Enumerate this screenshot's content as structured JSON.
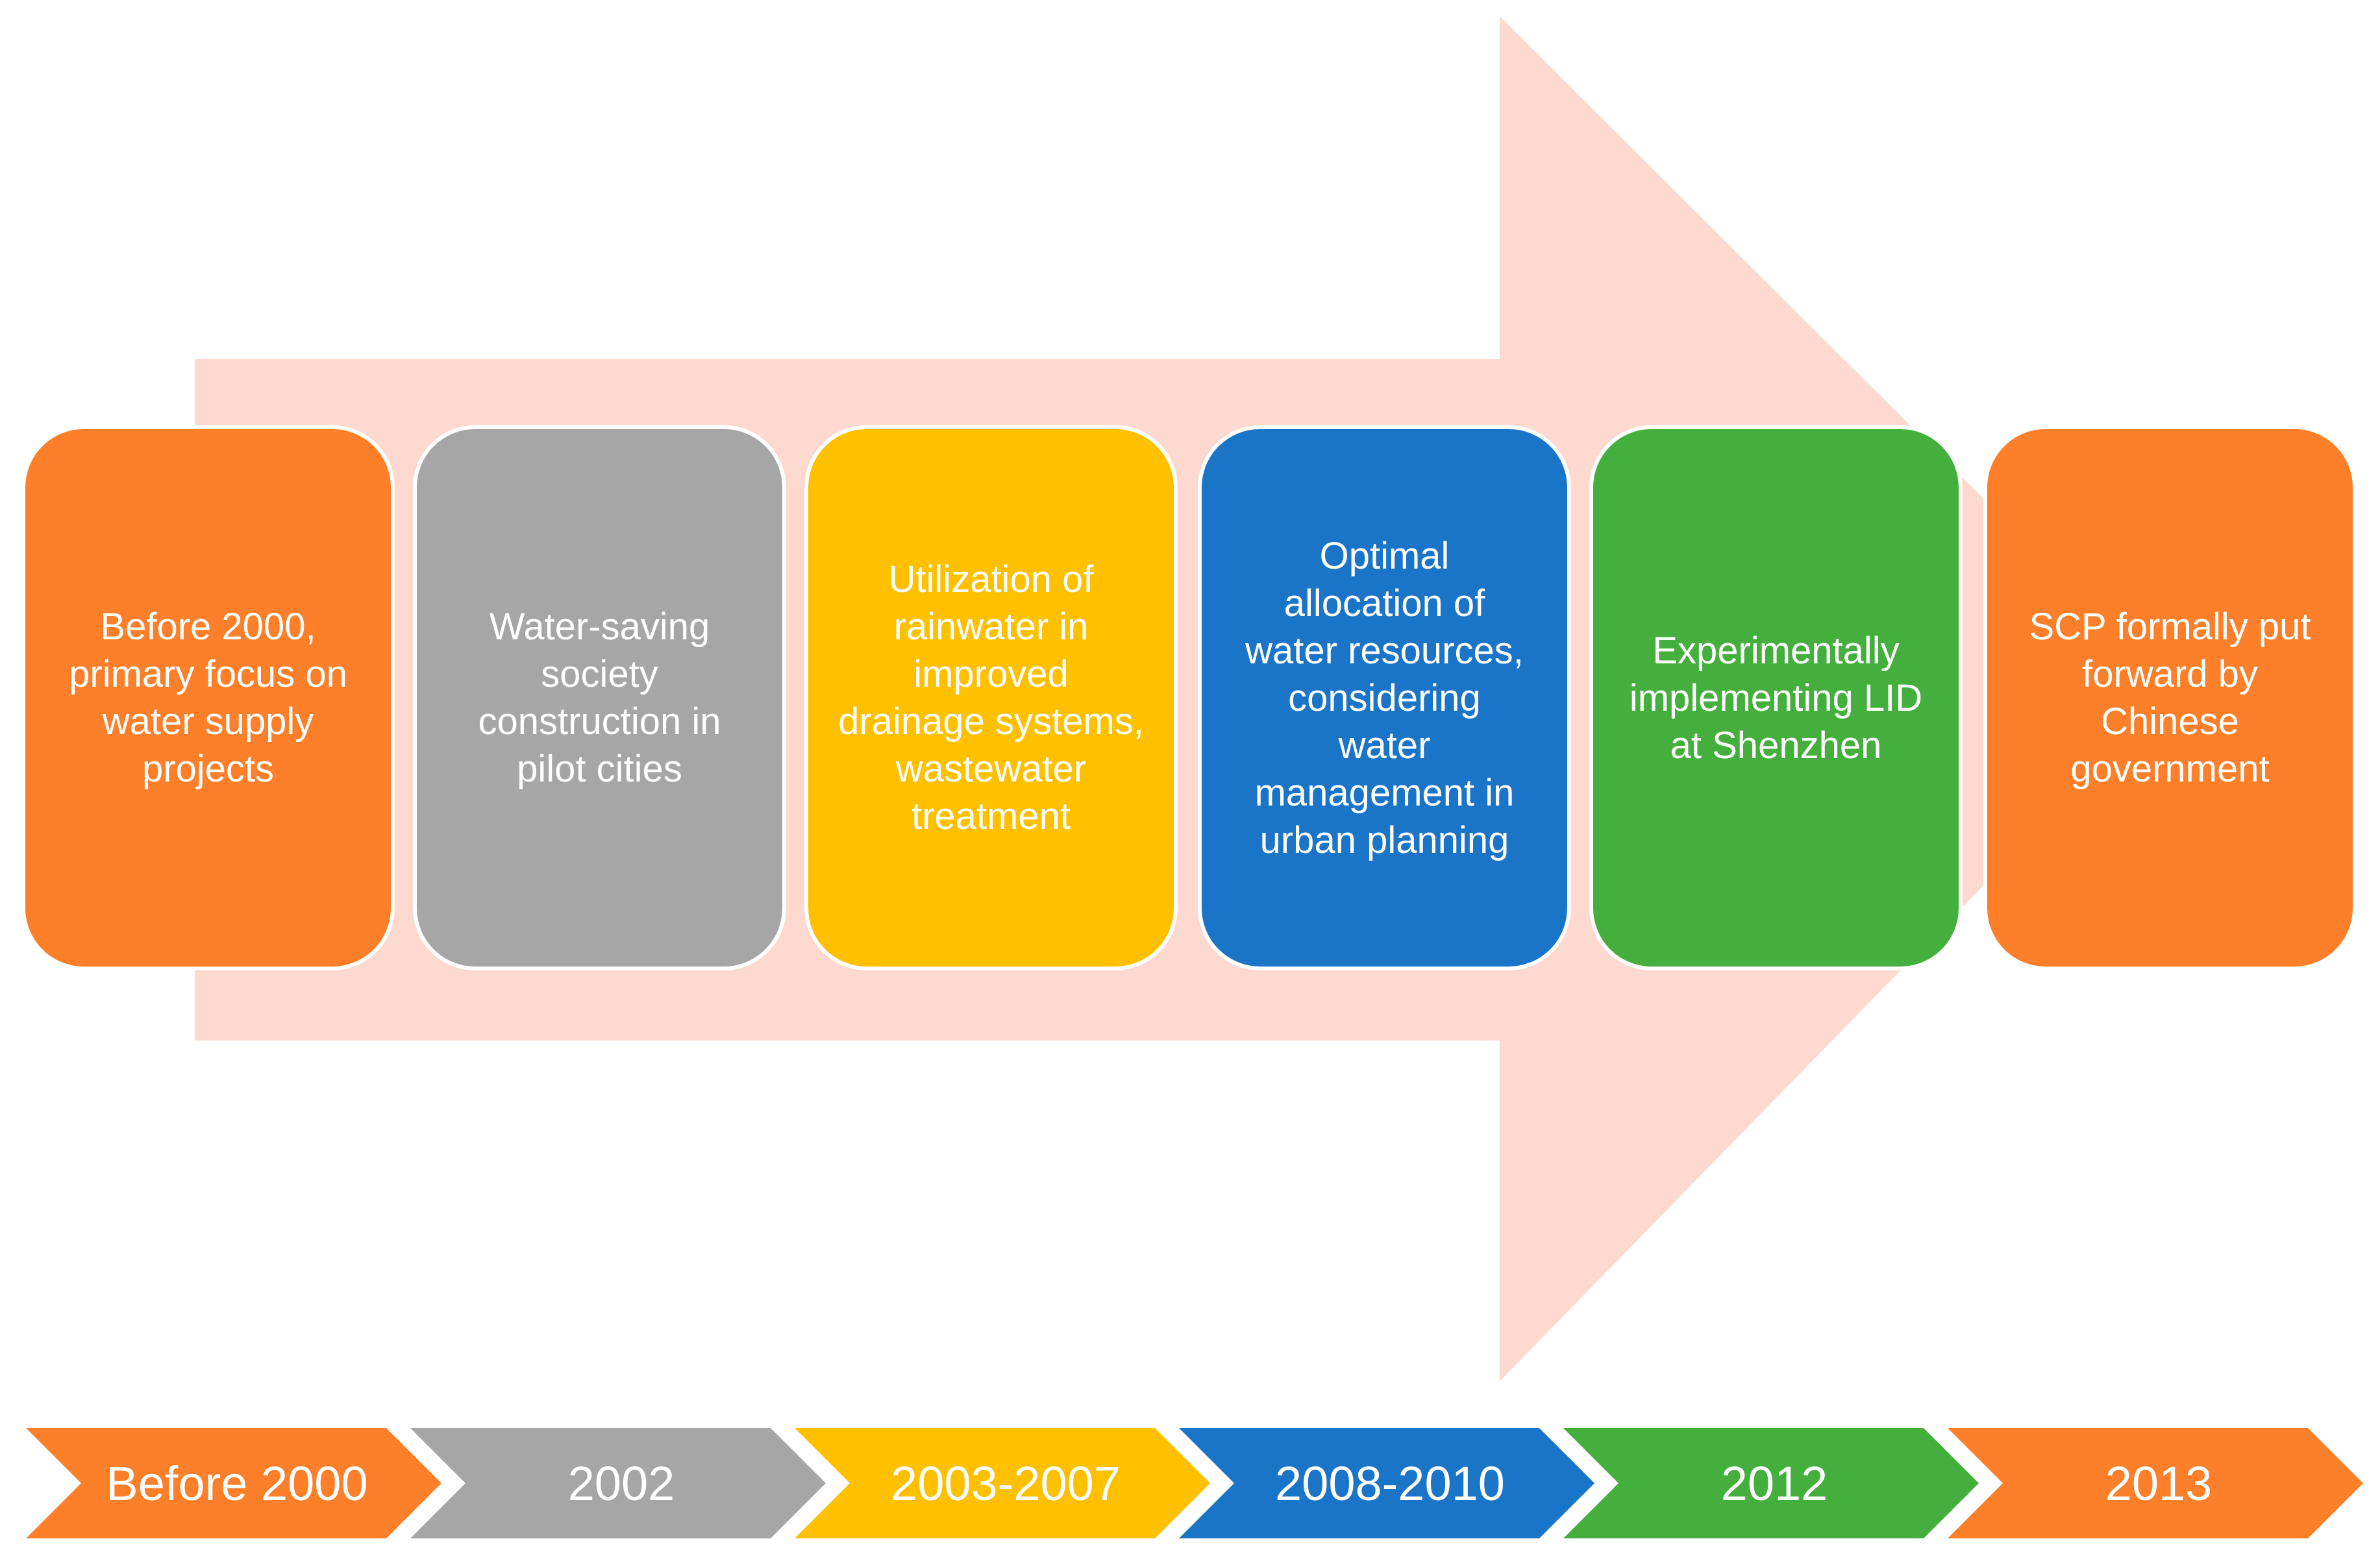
{
  "colors": {
    "arrow_fill": "#FDD9CF",
    "orange": "#FD7F29",
    "gray": "#A6A6A6",
    "yellow": "#FFC000",
    "blue": "#1A74C8",
    "green": "#45AF3D"
  },
  "cards": [
    {
      "text": "Before 2000,\nprimary focus on\nwater supply\nprojects",
      "color": "#FD7F29"
    },
    {
      "text": "Water-saving\nsociety\nconstruction in\npilot cities",
      "color": "#A6A6A6"
    },
    {
      "text": "Utilization of\nrainwater in\nimproved\ndrainage systems,\nwastewater\ntreatment",
      "color": "#FFC000"
    },
    {
      "text": "Optimal\nallocation of\nwater resources,\nconsidering\nwater\nmanagement in\nurban planning",
      "color": "#1A74C8"
    },
    {
      "text": "Experimentally\nimplementing LID\nat Shenzhen",
      "color": "#45AF3D"
    },
    {
      "text": "SCP formally put\nforward by\nChinese\ngovernment",
      "color": "#FD7F29"
    }
  ],
  "timeline": [
    {
      "label": "Before 2000",
      "color": "#FD7F29"
    },
    {
      "label": "2002",
      "color": "#A6A6A6"
    },
    {
      "label": "2003-2007",
      "color": "#FFC000"
    },
    {
      "label": "2008-2010",
      "color": "#1A74C8"
    },
    {
      "label": "2012",
      "color": "#45AF3D"
    },
    {
      "label": "2013",
      "color": "#FD7F29"
    }
  ]
}
